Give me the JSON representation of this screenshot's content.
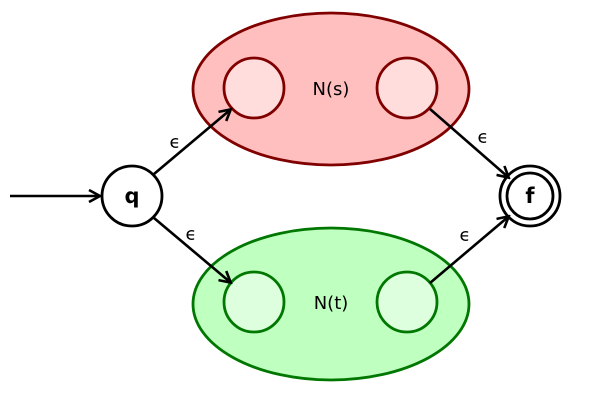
{
  "diagram": {
    "start_state": {
      "label": "q"
    },
    "final_state": {
      "label": "f"
    },
    "sub_automata": [
      {
        "label": "N(s)",
        "fill": "#ffbfbf",
        "stroke": "#800000",
        "inner_fill": "#ffdddd"
      },
      {
        "label": "N(t)",
        "fill": "#bfffbf",
        "stroke": "#007700",
        "inner_fill": "#ddffdd"
      }
    ],
    "transitions": [
      {
        "from": "q",
        "to": "N(s)",
        "label": "ϵ"
      },
      {
        "from": "q",
        "to": "N(t)",
        "label": "ϵ"
      },
      {
        "from": "N(s)",
        "to": "f",
        "label": "ϵ"
      },
      {
        "from": "N(t)",
        "to": "f",
        "label": "ϵ"
      }
    ]
  }
}
